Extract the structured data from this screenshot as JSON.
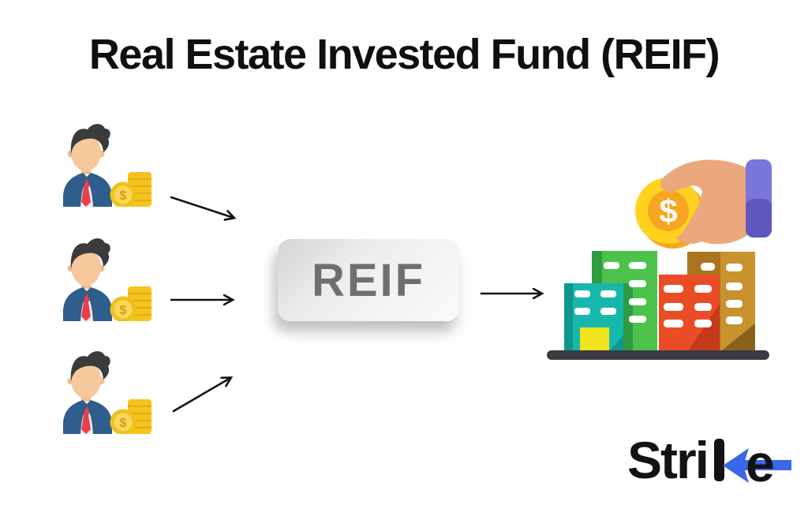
{
  "page": {
    "background": "#FFFFFF"
  },
  "title": {
    "text": "Real Estate Invested Fund (REIF)",
    "color": "#101010"
  },
  "diagram": {
    "investors": [
      {
        "id": 1,
        "icon": "investor-with-coins-icon"
      },
      {
        "id": 2,
        "icon": "investor-with-coins-icon"
      },
      {
        "id": 3,
        "icon": "investor-with-coins-icon"
      }
    ],
    "investor_coin_symbol": "$",
    "fund_box": {
      "label": "REIF",
      "text_color": "#6F6F6F"
    },
    "arrows": {
      "count": 4,
      "color": "#141414",
      "style": "thin line, open chevron head"
    },
    "real_estate": {
      "icon": "city-buildings-icon",
      "hand_icon": "hand-holding-coin-icon",
      "coin_symbol": "$"
    }
  },
  "logo": {
    "text": "Strike",
    "part1": "Stri",
    "part2": "e",
    "accent_color": "#3A66E8",
    "text_color": "#131313"
  },
  "palette": {
    "suit_blue": "#2F5D8C",
    "tie_red": "#E8404B",
    "skin": "#F6C89C",
    "hair": "#3B3B3D",
    "coin_gold": "#F5C41C",
    "hand_skin": "#EBA87D",
    "sleeve_purple": "#7B76DA",
    "sleeve_purple_dark": "#5E57BE",
    "big_coin_yellow": "#FFD21E",
    "big_coin_orange": "#F7A621",
    "building_teal": "#17B8AC",
    "building_green": "#4CC24B",
    "building_red": "#E94D26",
    "building_brown": "#C8922E",
    "door_yellow": "#F2E41C",
    "ground_dark": "#3A3A40"
  }
}
